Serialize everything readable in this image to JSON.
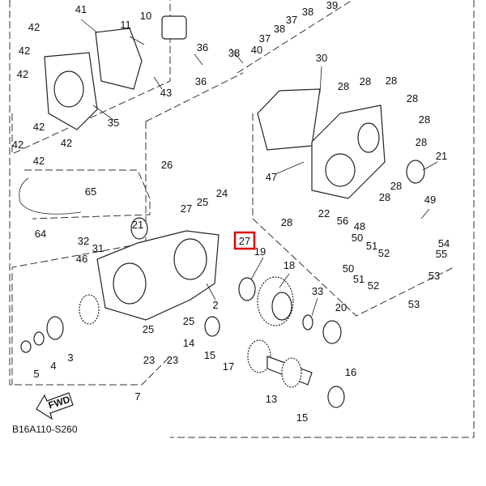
{
  "diagram": {
    "part_labels": [
      "41",
      "10",
      "11",
      "36",
      "36",
      "38",
      "43",
      "37",
      "38",
      "37",
      "38",
      "39",
      "40",
      "42",
      "42",
      "42",
      "42",
      "42",
      "42",
      "42",
      "35",
      "30",
      "28",
      "28",
      "28",
      "28",
      "28",
      "28",
      "28",
      "28",
      "28",
      "21",
      "47",
      "22",
      "56",
      "48",
      "49",
      "50",
      "51",
      "52",
      "54",
      "55",
      "53",
      "50",
      "51",
      "52",
      "53",
      "26",
      "65",
      "64",
      "27",
      "25",
      "24",
      "21",
      "32",
      "31",
      "46",
      "19",
      "18",
      "2",
      "33",
      "20",
      "25",
      "25",
      "14",
      "15",
      "23",
      "23",
      "17",
      "3",
      "4",
      "5",
      "7",
      "16",
      "13",
      "15"
    ],
    "highlighted_label": "27",
    "highlight_color": "#e00000",
    "direction_arrow": "FWD",
    "diagram_code": "B16A110-S260"
  }
}
